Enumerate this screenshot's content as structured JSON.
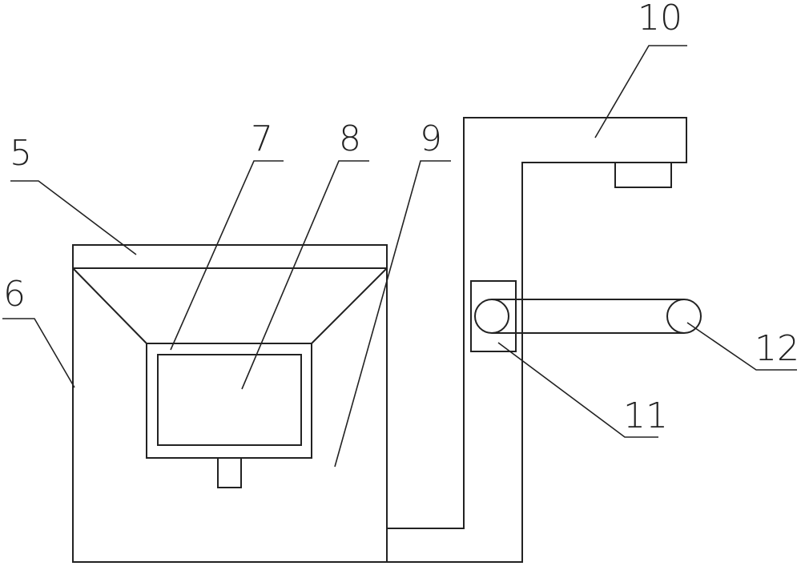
{
  "figure": {
    "callouts": [
      {
        "id": "5",
        "label": "5"
      },
      {
        "id": "6",
        "label": "6"
      },
      {
        "id": "7",
        "label": "7"
      },
      {
        "id": "8",
        "label": "8"
      },
      {
        "id": "9",
        "label": "9"
      },
      {
        "id": "10",
        "label": "10"
      },
      {
        "id": "11",
        "label": "11"
      },
      {
        "id": "12",
        "label": "12"
      }
    ]
  },
  "colors": {
    "stroke": "#222222",
    "background": "#ffffff"
  }
}
